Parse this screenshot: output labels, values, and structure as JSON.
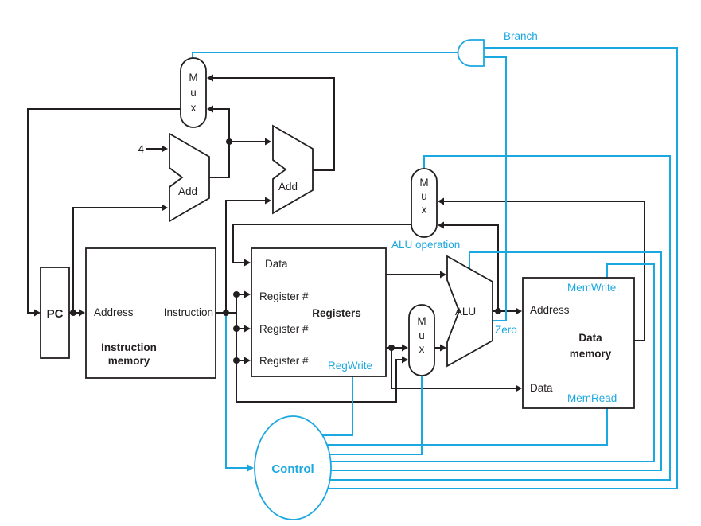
{
  "colors": {
    "wire": "#231f20",
    "control_signal": "#1ba8e0",
    "background": "#ffffff"
  },
  "components": {
    "pc": {
      "label": "PC"
    },
    "pc_increment": {
      "constant": "4"
    },
    "adder": {
      "label": "Add"
    },
    "mux": {
      "letters": [
        "M",
        "u",
        "x"
      ]
    },
    "instruction_memory": {
      "title": [
        "Instruction",
        "memory"
      ],
      "port_address": "Address",
      "port_instruction": "Instruction"
    },
    "registers": {
      "title": "Registers",
      "port_data": "Data",
      "port_register_number": "Register #",
      "control_signal": "RegWrite"
    },
    "alu": {
      "label": "ALU",
      "output_flag": "Zero",
      "control_signal": "ALU operation"
    },
    "data_memory": {
      "title": [
        "Data",
        "memory"
      ],
      "port_address": "Address",
      "port_data": "Data",
      "control_signal_write": "MemWrite",
      "control_signal_read": "MemRead"
    },
    "control_unit": {
      "label": "Control"
    },
    "branch_signal": {
      "label": "Branch"
    }
  }
}
